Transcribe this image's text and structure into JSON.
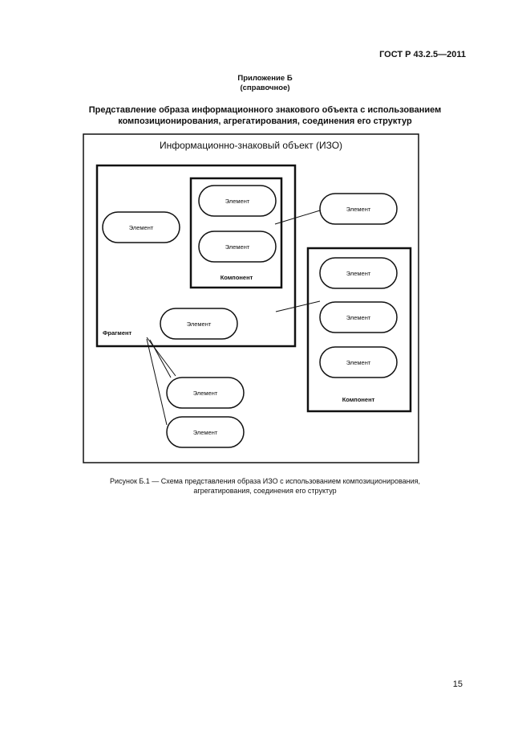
{
  "header": {
    "doc_id": "ГОСТ Р 43.2.5—2011"
  },
  "appendix": {
    "title": "Приложение Б",
    "note": "(справочное)"
  },
  "heading": {
    "line1": "Представление образа информационного знакового объекта с использованием",
    "line2": "композиционирования, агрегатирования, соединения его структур"
  },
  "diagram": {
    "outer_title": "Информационно-знаковый объект (ИЗО)",
    "fragment_label": "Фрагмент",
    "component_label": "Компонент",
    "element_label": "Элемент"
  },
  "caption": {
    "line1": "Рисунок Б.1 — Схема представления образа ИЗО с использованием композиционирования,",
    "line2": "агрегатирования, соединения его структур"
  },
  "footer": {
    "page_number": "15"
  }
}
